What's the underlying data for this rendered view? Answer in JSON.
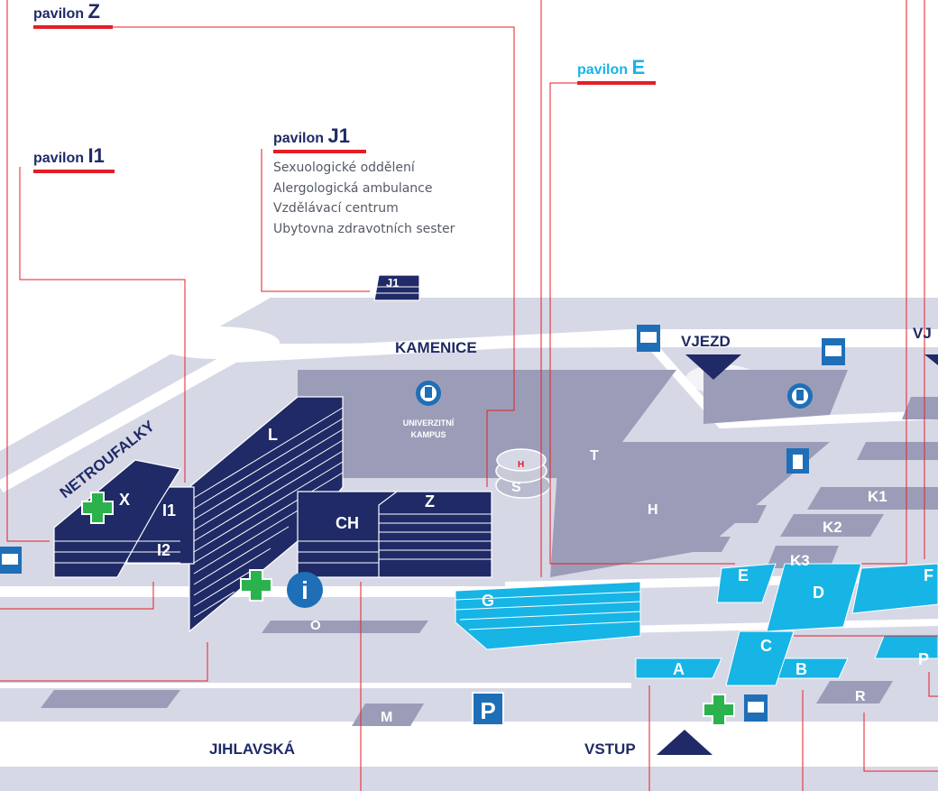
{
  "callouts": {
    "z": {
      "prefix": "pavilon",
      "code": "Z"
    },
    "i1": {
      "prefix": "pavilon",
      "code": "I1"
    },
    "j1": {
      "prefix": "pavilon",
      "code": "J1"
    },
    "e": {
      "prefix": "pavilon",
      "code": "E"
    }
  },
  "j1_departments": [
    "Sexuologické oddělení",
    "Alergologická ambulance",
    "Vzdělávací centrum",
    "Ubytovna zdravotních sester"
  ],
  "streets": {
    "kamenice": "KAMENICE",
    "netroufalky": "NETROUFALKY",
    "jihlavska": "JIHLAVSKÁ"
  },
  "entrances": {
    "vjezd": "VJEZD",
    "vjezd_right": "VJ",
    "vstup": "VSTUP"
  },
  "campus": {
    "line1": "UNIVERZITNÍ",
    "line2": "KAMPUS"
  },
  "buildings": {
    "L": "L",
    "CH": "CH",
    "Z": "Z",
    "X": "X",
    "I1": "I1",
    "I2": "I2",
    "J1": "J1",
    "S": "S",
    "H_small": "H",
    "T": "T",
    "H": "H",
    "O": "O",
    "M": "M",
    "G": "G",
    "A": "A",
    "B": "B",
    "C": "C",
    "D": "D",
    "E": "E",
    "F": "F",
    "K1": "K1",
    "K2": "K2",
    "K3": "K3",
    "R": "R",
    "P_right": "P"
  },
  "signs": {
    "info": "i",
    "parking": "P"
  },
  "icons": [
    "bus-stop-icon",
    "metro-icon",
    "pharmacy-cross-icon",
    "info-icon",
    "parking-icon",
    "hospital-icon",
    "chapel-icon",
    "entrance-arrow-icon"
  ],
  "colors": {
    "navy": "#1f2a66",
    "cyan": "#17b4e6",
    "red_line": "#e41e26",
    "grey_building": "#9b9db8",
    "road": "#d7d8e6",
    "pharmacy_green": "#2bb24c"
  }
}
